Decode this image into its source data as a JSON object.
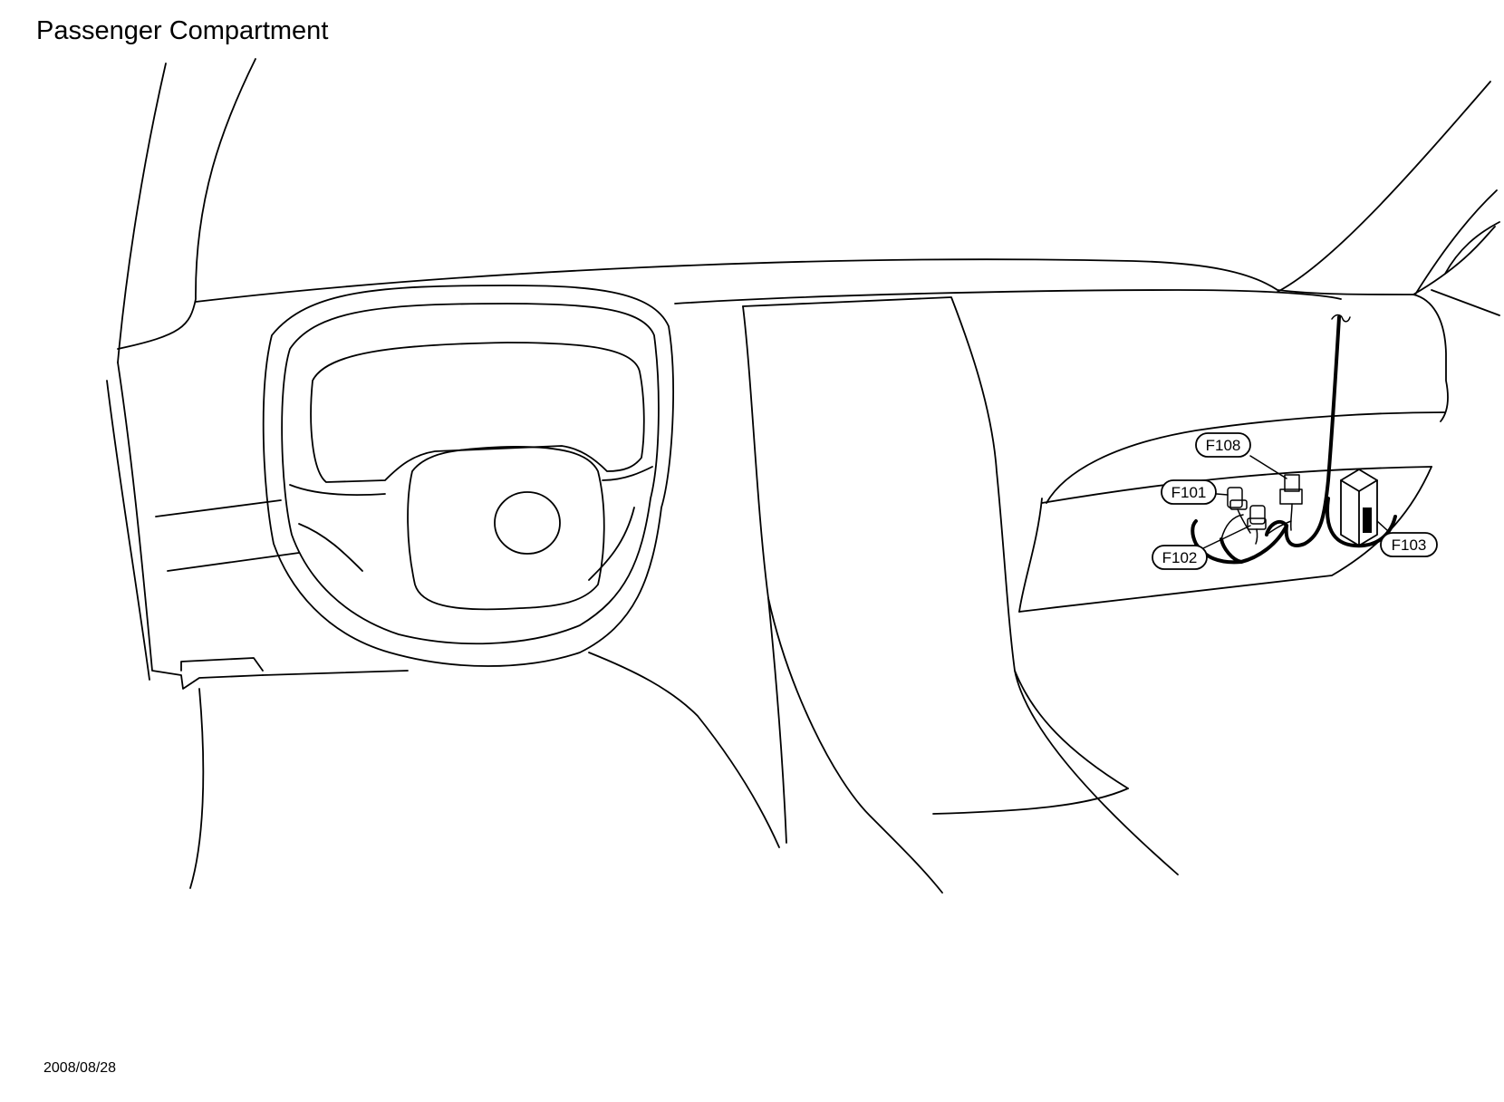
{
  "header": {
    "title": "Passenger Compartment"
  },
  "footer": {
    "date": "2008/08/28"
  },
  "connectors": [
    {
      "id": "F108",
      "label": "F108"
    },
    {
      "id": "F101",
      "label": "F101"
    },
    {
      "id": "F102",
      "label": "F102"
    },
    {
      "id": "F103",
      "label": "F103"
    }
  ],
  "colors": {
    "line": "#000000",
    "background": "#ffffff"
  }
}
